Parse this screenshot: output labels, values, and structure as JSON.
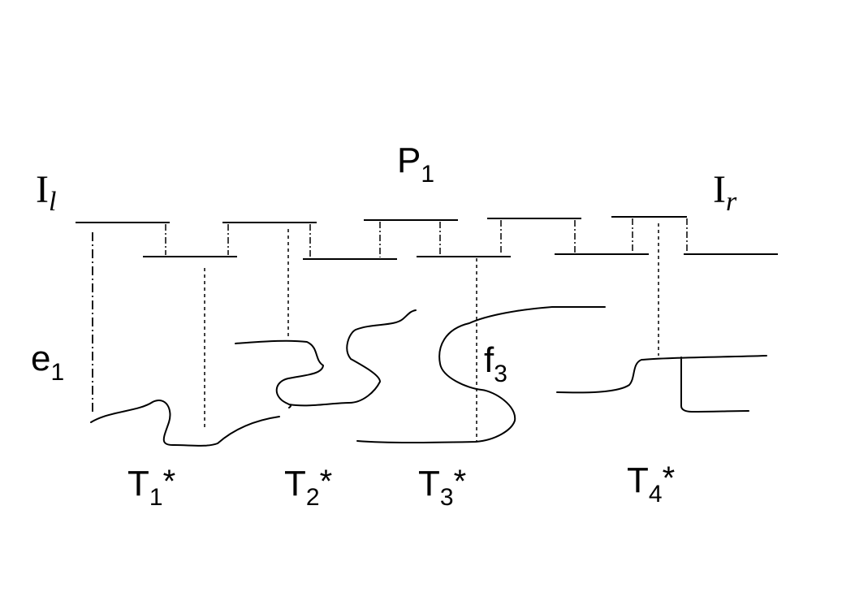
{
  "labels": {
    "P": {
      "main": "P",
      "sub": "1"
    },
    "Il": {
      "main": "I",
      "sub": "l"
    },
    "Ir": {
      "main": "I",
      "sub": "r"
    },
    "e": {
      "main": "e",
      "sub": "1"
    },
    "f": {
      "main": "f",
      "sub": "3"
    },
    "T1": {
      "main": "T",
      "sub": "1",
      "star": "*"
    },
    "T2": {
      "main": "T",
      "sub": "2",
      "star": "*"
    },
    "T3": {
      "main": "T",
      "sub": "3",
      "star": "*"
    },
    "T4": {
      "main": "T",
      "sub": "4",
      "star": "*"
    }
  },
  "colors": {
    "stroke": "#000000",
    "background": "#ffffff"
  }
}
